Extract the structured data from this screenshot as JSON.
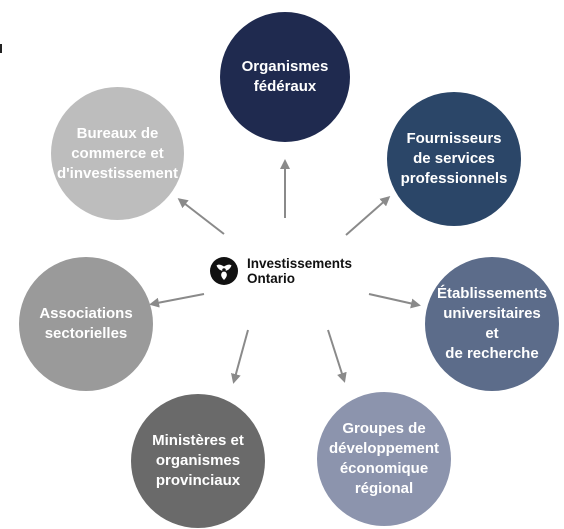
{
  "center": {
    "label": "Investissements\nOntario",
    "logo_icon": "trillium-logo-icon"
  },
  "nodes": [
    {
      "id": "federal",
      "label": "Organismes\nfédéraux",
      "color": "#1f2a4f"
    },
    {
      "id": "services",
      "label": "Fournisseurs\nde services\nprofessionnels",
      "color": "#2b4668"
    },
    {
      "id": "academic",
      "label": "Établissements\nuniversitaires et\nde recherche",
      "color": "#5c6c8a"
    },
    {
      "id": "economic",
      "label": "Groupes de\ndéveloppement\néconomique\nrégional",
      "color": "#8c94ad"
    },
    {
      "id": "provincial",
      "label": "Ministères et\norganismes\nprovinciaux",
      "color": "#6a6a6a"
    },
    {
      "id": "associations",
      "label": "Associations\nsectorielles",
      "color": "#9a9a9a"
    },
    {
      "id": "trade",
      "label": "Bureaux de\ncommerce et\nd'investissement",
      "color": "#bdbdbd"
    }
  ],
  "arrow_color": "#8a8a8a"
}
